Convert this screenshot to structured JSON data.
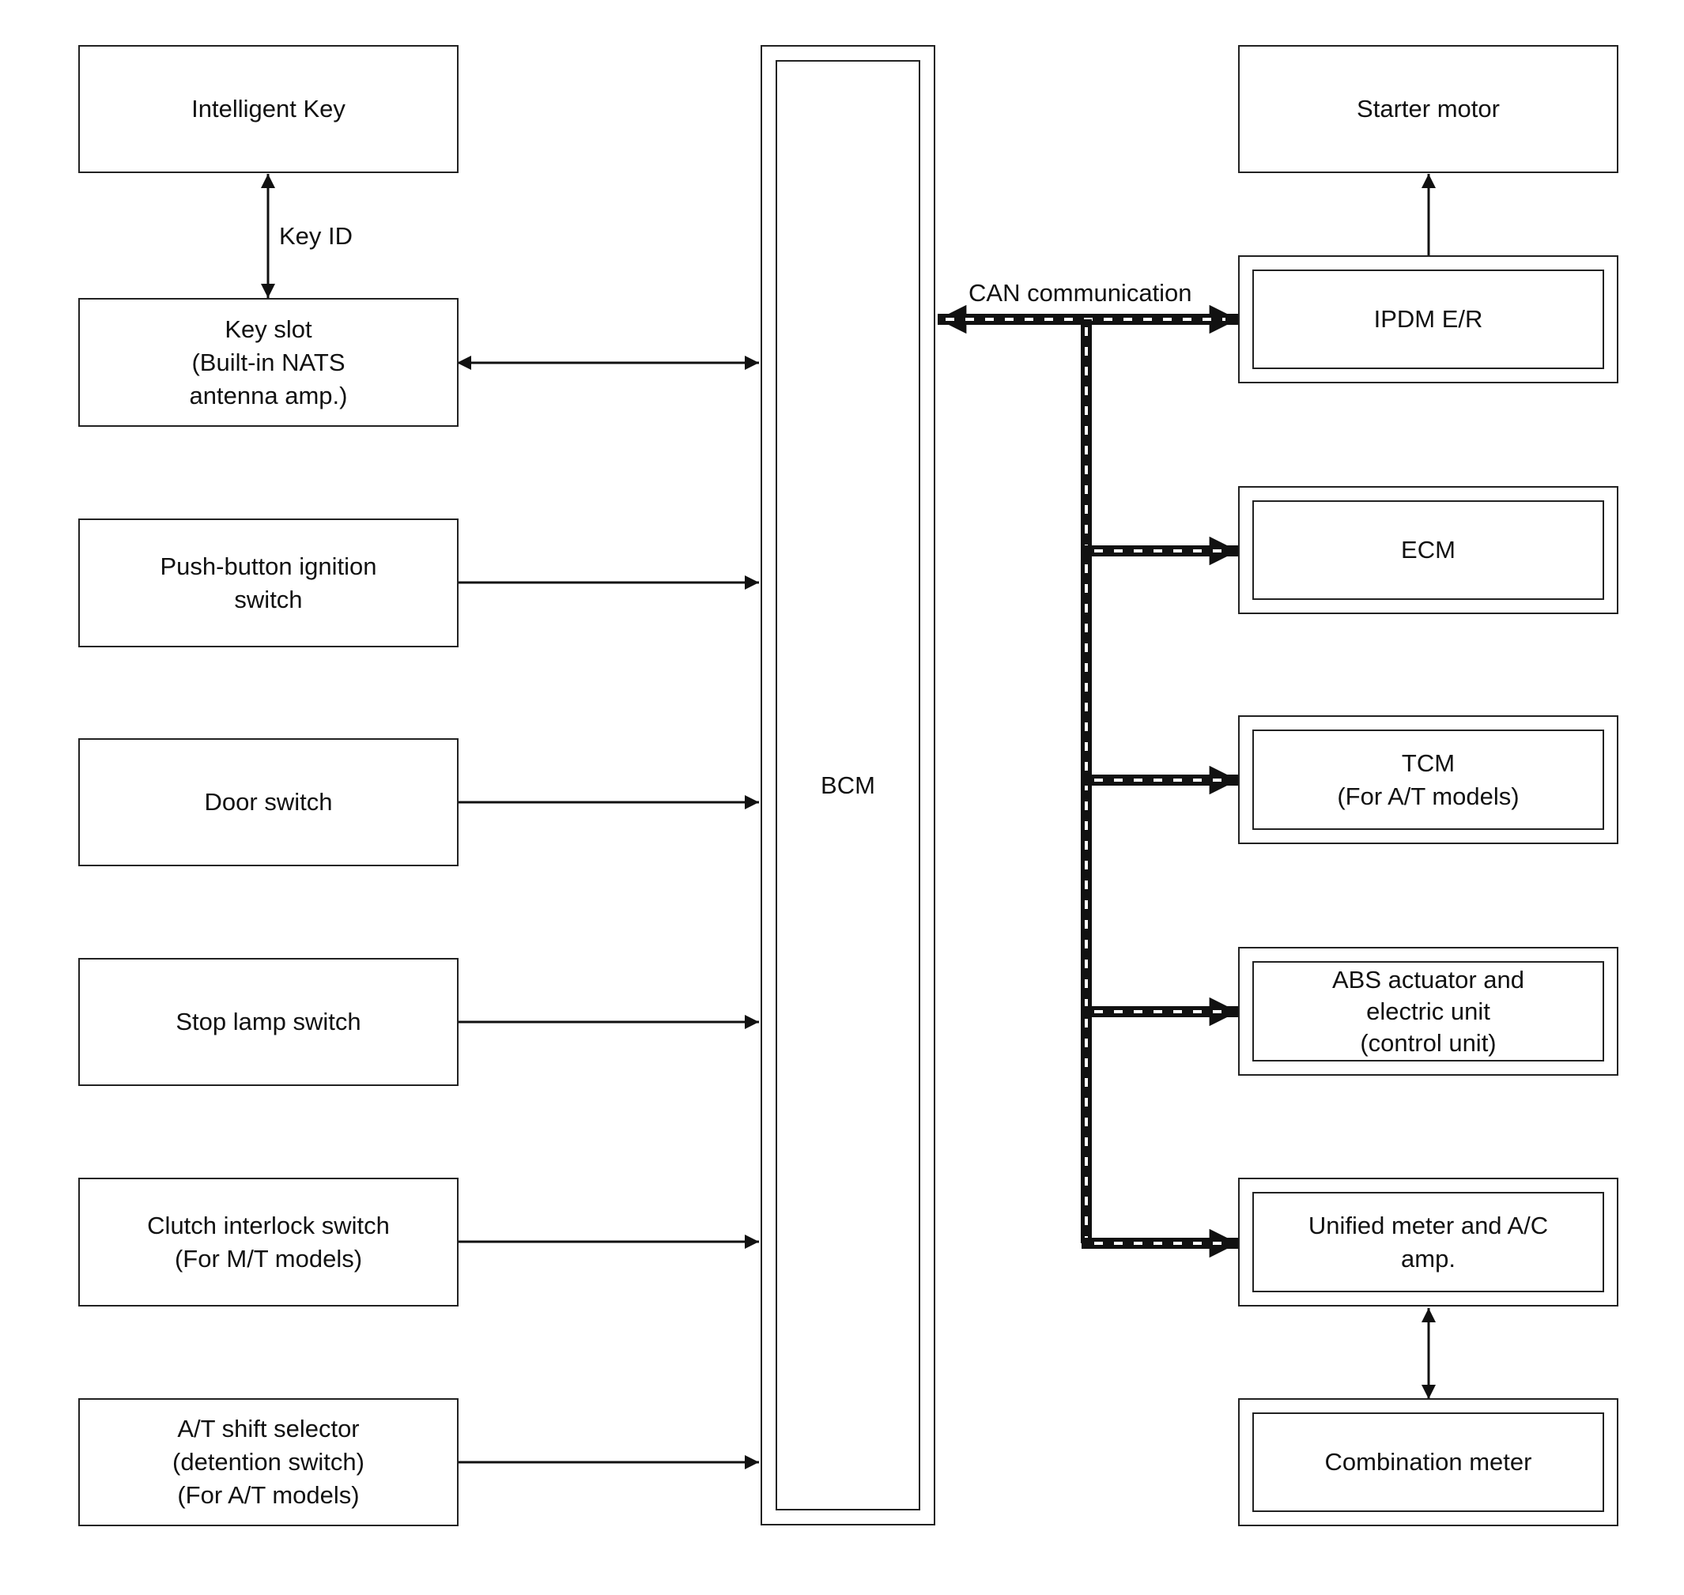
{
  "left_components": [
    {
      "label": "Intelligent Key"
    },
    {
      "label": "Key slot\n(Built-in NATS\nantenna amp.)"
    },
    {
      "label": "Push-button ignition\nswitch"
    },
    {
      "label": "Door switch"
    },
    {
      "label": "Stop lamp switch"
    },
    {
      "label": "Clutch interlock switch\n(For M/T models)"
    },
    {
      "label": "A/T shift selector\n(detention switch)\n(For A/T models)"
    }
  ],
  "bcm": {
    "label": "BCM"
  },
  "right_components": [
    {
      "label": "Starter motor"
    },
    {
      "label": "IPDM E/R"
    },
    {
      "label": "ECM"
    },
    {
      "label": "TCM\n(For A/T models)"
    },
    {
      "label": "ABS actuator and\nelectric unit\n(control unit)"
    },
    {
      "label": "Unified meter and A/C\namp."
    },
    {
      "label": "Combination meter"
    }
  ],
  "connection_labels": {
    "key_id": "Key ID",
    "can": "CAN communication"
  }
}
